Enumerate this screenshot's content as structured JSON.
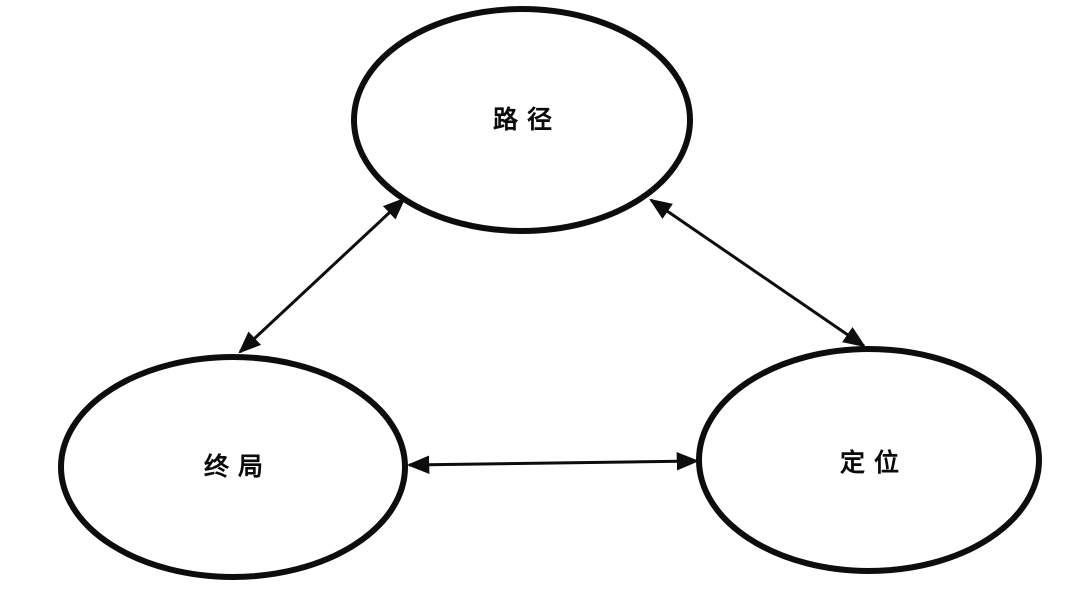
{
  "diagram": {
    "type": "triangle-relationship",
    "nodes": [
      {
        "id": "path",
        "label": "路径"
      },
      {
        "id": "endgame",
        "label": "终局"
      },
      {
        "id": "positioning",
        "label": "定位"
      }
    ],
    "edges": [
      {
        "from": "终局",
        "to": "路径",
        "direction": "bidirectional"
      },
      {
        "from": "路径",
        "to": "定位",
        "direction": "bidirectional"
      },
      {
        "from": "终局",
        "to": "定位",
        "direction": "bidirectional"
      }
    ],
    "colors": {
      "stroke": "#0d0d0d",
      "background": "#ffffff"
    }
  }
}
